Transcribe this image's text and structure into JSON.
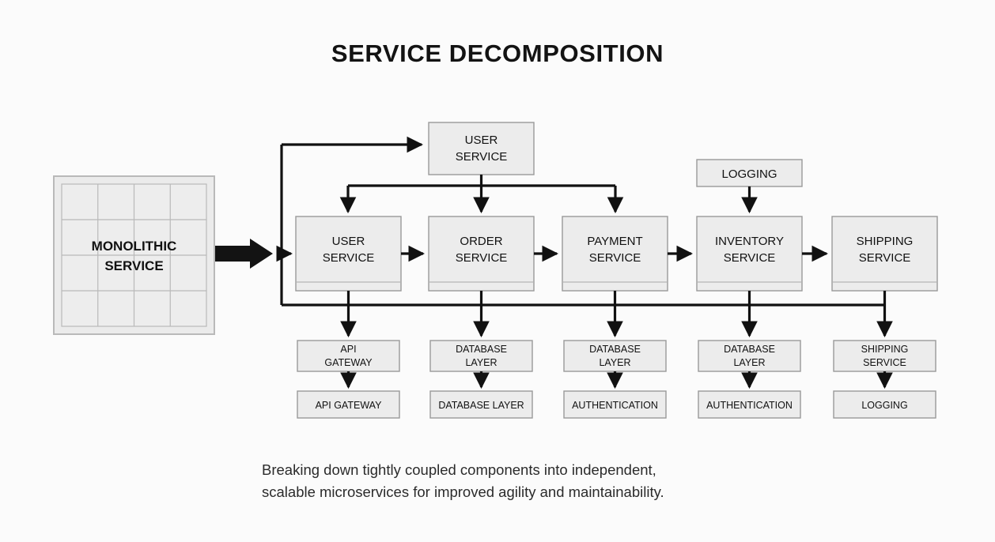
{
  "title": "SERVICE DECOMPOSITION",
  "caption": "Breaking down tightly coupled components into independent,\nscalable microservices for improved agility and maintainability.",
  "colors": {
    "background": "#fbfbfb",
    "box_fill": "#ececec",
    "box_stroke": "#9a9a9a",
    "monolith_fill": "#ebebeb",
    "monolith_grid": "#b9b9b9",
    "connector": "#111111",
    "text": "#111111",
    "title_text": "#131313"
  },
  "monolith": {
    "name": "monolithic-service",
    "line1": "MONOLITHIC",
    "line2": "SERVICE",
    "grid_rows": 4,
    "grid_cols": 4
  },
  "top_node": {
    "name": "user-service-top",
    "line1": "USER",
    "line2": "SERVICE"
  },
  "logging_node": {
    "name": "logging-top",
    "label": "LOGGING"
  },
  "services": [
    {
      "id": "user",
      "line1": "USER",
      "line2": "SERVICE"
    },
    {
      "id": "order",
      "line1": "ORDER",
      "line2": "SERVICE"
    },
    {
      "id": "payment",
      "line1": "PAYMENT",
      "line2": "SERVICE"
    },
    {
      "id": "inventory",
      "line1": "INVENTORY",
      "line2": "SERVICE"
    },
    {
      "id": "shipping",
      "line1": "SHIPPING",
      "line2": "SERVICE"
    }
  ],
  "support_row1": [
    {
      "id": "api-gateway",
      "line1": "API",
      "line2": "GATEWAY"
    },
    {
      "id": "database-layer",
      "line1": "DATABASE",
      "line2": "LAYER"
    },
    {
      "id": "database-layer",
      "line1": "DATABASE",
      "line2": "LAYER"
    },
    {
      "id": "database-layer",
      "line1": "DATABASE",
      "line2": "LAYER"
    },
    {
      "id": "shipping-service",
      "line1": "SHIPPING",
      "line2": "SERVICE"
    }
  ],
  "support_row2": [
    {
      "id": "api-gateway",
      "label": "API GATEWAY"
    },
    {
      "id": "database-layer",
      "label": "DATABASE LAYER"
    },
    {
      "id": "authentication",
      "label": "AUTHENTICATION"
    },
    {
      "id": "authentication",
      "label": "AUTHENTICATION"
    },
    {
      "id": "logging",
      "label": "LOGGING"
    }
  ]
}
